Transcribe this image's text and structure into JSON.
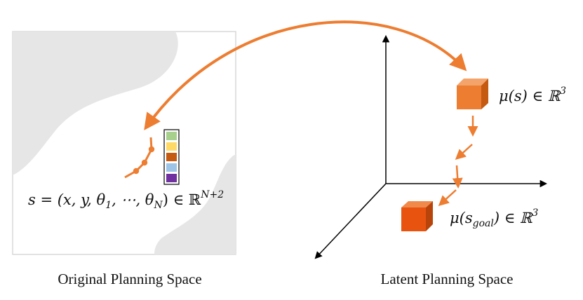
{
  "left_panel": {
    "caption": "Original Planning Space",
    "state_formula": {
      "main": "s = (x, y, θ",
      "sub1": "1",
      "mid": ", ⋯, θ",
      "subN": "N",
      "tail": ") ∈ ℝ",
      "sup": "N+2"
    },
    "joint_colors": [
      "#a8d08d",
      "#ffd966",
      "#c55a11",
      "#9dc3e6",
      "#7030a0"
    ]
  },
  "right_panel": {
    "caption": "Latent Planning Space",
    "mu_s": {
      "main": "μ(s) ∈ ℝ",
      "sup": "3"
    },
    "mu_goal": {
      "pre": "μ(s",
      "sub": "goal",
      "post": ") ∈ ℝ",
      "sup": "3"
    }
  },
  "colors": {
    "arrow": "#ed7d31",
    "obstacle": "#e6e6e6",
    "cube_top": "#f4a46a",
    "cube_front": "#ed7d31",
    "cube_side": "#c55a11",
    "cube_goal_top": "#f08a4b",
    "cube_goal_front": "#e8540f",
    "cube_goal_side": "#b8440b"
  }
}
